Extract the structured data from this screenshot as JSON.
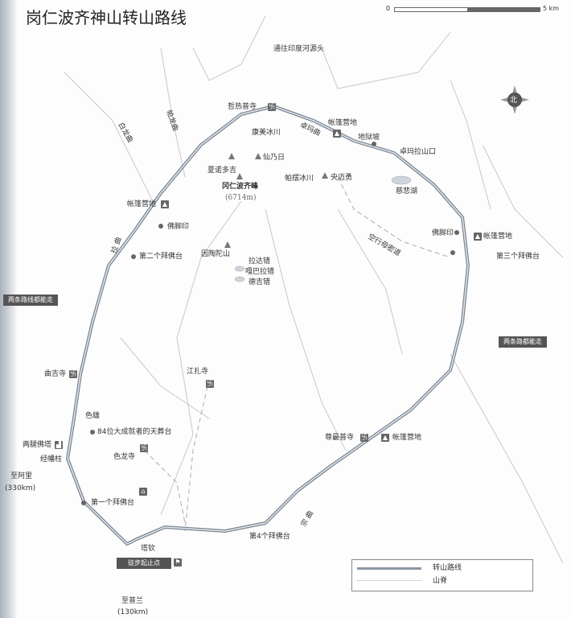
{
  "title": "岗仁波齐神山转山路线",
  "scale": {
    "start": "0",
    "end": "5 km"
  },
  "compass": "北",
  "labels": {
    "indus": "通往印度河源头",
    "zherepu": "哲热普寺",
    "camp1": "帐篷营地",
    "diyupo": "地狱坡",
    "zhuomala": "卓玛拉山口",
    "kangmei": "康美冰川",
    "xiannairi": "仙乃日",
    "xianuoduoji": "夏诺多吉",
    "pabai": "帕摆冰川",
    "yangmaiyong": "央迈勇",
    "cibeihu": "慈悲湖",
    "peak": "冈仁波齐峰",
    "peak_elev": "(6714m)",
    "camp2": "帐篷营地",
    "fojiaoyin1": "佛脚印",
    "second": "第二个拜佛台",
    "yintaotuo": "因陶陀山",
    "lake1": "拉达错",
    "lake2": "嘎巴拉错",
    "lake3": "德吉错",
    "kongxingmu": "空行母密道",
    "fojiaoyin2": "佛脚印",
    "camp3": "帐篷营地",
    "third": "第三个拜佛台",
    "bailong": "白龙曲",
    "palong": "帕龙曲",
    "laqu": "拉 曲",
    "zhuomaqu": "卓玛曲",
    "zongqu": "宗 曲",
    "quji": "曲吉寺",
    "jiangzha": "江扎寺",
    "sexiong": "色雄",
    "tianzang": "84位大成就者的天葬台",
    "liangtui": "两腿佛塔",
    "selong": "色龙寺",
    "jingfan": "经幡柱",
    "ali": "至阿里",
    "ali_km": "(330km)",
    "first": "第一个拜佛台",
    "taqin": "塔钦",
    "start": "徒步起止点",
    "pulan": "至普兰",
    "pulan_km": "(130km)",
    "zunzui": "尊最普寺",
    "camp4": "帐篷营地",
    "fourth": "第4个拜佛台"
  },
  "callouts": {
    "left": "两条路线都能走",
    "right": "两条路都能走"
  },
  "legend": {
    "route": "转山路线",
    "ridge": "山脊"
  },
  "colors": {
    "route": "#6f7a86",
    "icon": "#666666"
  }
}
